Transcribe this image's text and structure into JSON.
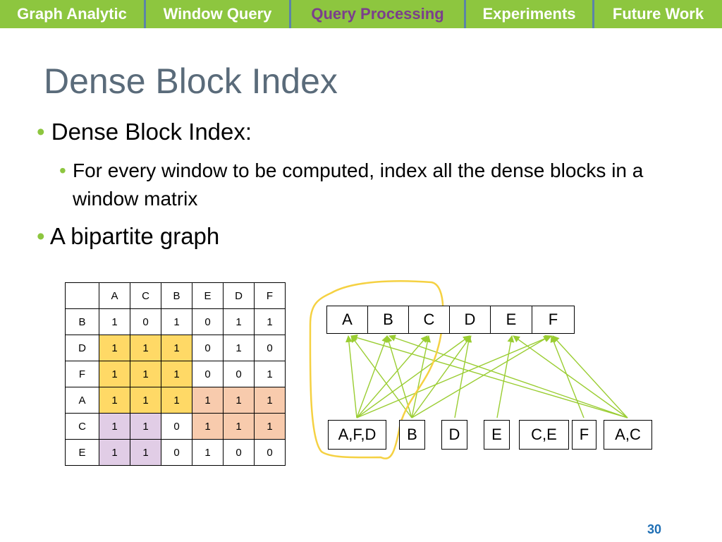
{
  "nav": {
    "tabs": [
      {
        "label": "Graph Analytic"
      },
      {
        "label": "Window Query"
      },
      {
        "label": "Query Processing"
      },
      {
        "label": "Experiments"
      },
      {
        "label": "Future Work"
      }
    ],
    "active_index": 2
  },
  "slide": {
    "title": "Dense Block Index",
    "bullet1": "Dense Block Index:",
    "bullet1_sub": "For every window to be computed, index all the dense blocks in a window matrix",
    "bullet2": "A bipartite graph",
    "page_number": "30"
  },
  "matrix": {
    "columns": [
      "A",
      "C",
      "B",
      "E",
      "D",
      "F"
    ],
    "rows": [
      {
        "label": "B",
        "values": [
          "1",
          "0",
          "1",
          "0",
          "1",
          "1"
        ]
      },
      {
        "label": "D",
        "values": [
          "1",
          "1",
          "1",
          "0",
          "1",
          "0"
        ]
      },
      {
        "label": "F",
        "values": [
          "1",
          "1",
          "1",
          "0",
          "0",
          "1"
        ]
      },
      {
        "label": "A",
        "values": [
          "1",
          "1",
          "1",
          "1",
          "1",
          "1"
        ]
      },
      {
        "label": "C",
        "values": [
          "1",
          "1",
          "0",
          "1",
          "1",
          "1"
        ]
      },
      {
        "label": "E",
        "values": [
          "1",
          "1",
          "0",
          "1",
          "0",
          "0"
        ]
      }
    ]
  },
  "graph": {
    "top_nodes": [
      "A",
      "B",
      "C",
      "D",
      "E",
      "F"
    ],
    "bottom_nodes": [
      "A,F,D",
      "B",
      "D",
      "E",
      "C,E",
      "F",
      "A,C"
    ]
  },
  "colors": {
    "nav_bg": "#8dc63f",
    "nav_active": "#7b3f8c",
    "nav_divider": "#5b84a8",
    "title": "#5a6b7a",
    "bullet": "#8dc63f",
    "yellow_block": "#ffd966",
    "pink_block": "#f8cbad",
    "purple_block": "#e1cde6",
    "edge": "#9acd32",
    "lasso": "#f5d142",
    "page_number": "#1f6fb5"
  }
}
